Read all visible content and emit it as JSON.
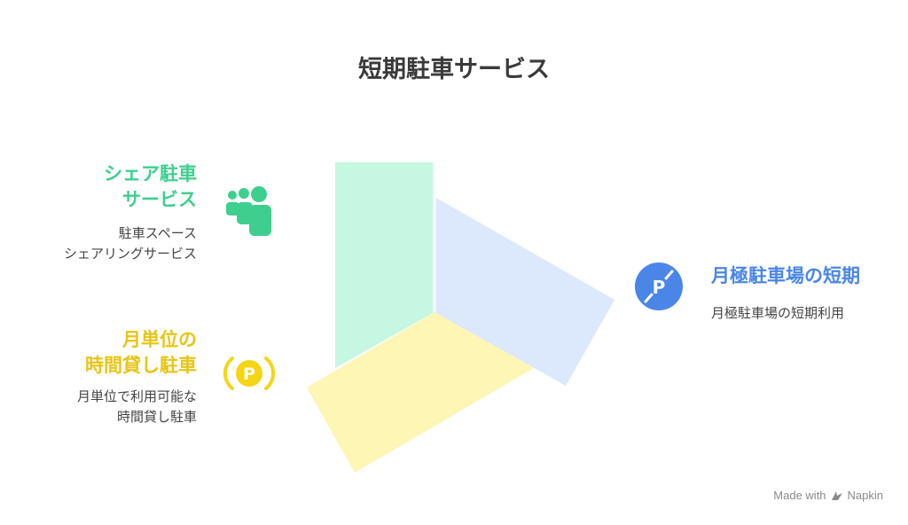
{
  "title": "短期駐車サービス",
  "items": {
    "share": {
      "heading_line1": "シェア駐車",
      "heading_line2": "サービス",
      "desc_line1": "駐車スペース",
      "desc_line2": "シェアリングサービス",
      "icon": "people-group-icon",
      "color": "#3ecf8e"
    },
    "monthly": {
      "heading_line1": "月単位の",
      "heading_line2": "時間貸し駐車",
      "desc_line1": "月単位で利用可能な",
      "desc_line2": "時間貸し駐車",
      "icon": "parking-sign-icon",
      "icon_letter": "P",
      "color": "#f5d514"
    },
    "shortterm": {
      "heading": "月極駐車場の短期",
      "desc": "月極駐車場の短期利用",
      "icon": "no-parking-icon",
      "icon_letter": "P",
      "color": "#4a86e8"
    }
  },
  "segment_colors": {
    "green": "#c6f7e2",
    "blue": "#dce8fb",
    "yellow": "#fdf6b4"
  },
  "watermark": {
    "prefix": "Made with",
    "brand": "Napkin"
  }
}
